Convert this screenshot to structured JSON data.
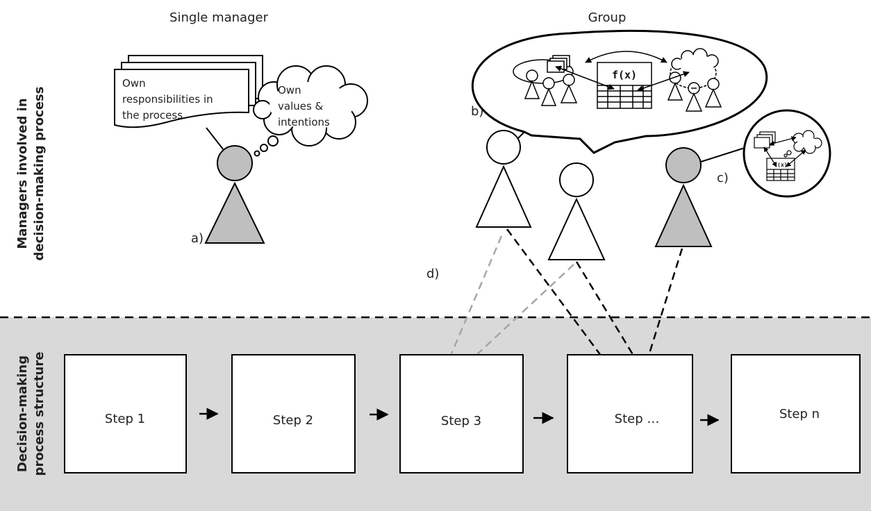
{
  "headings": {
    "single": "Single manager",
    "group": "Group"
  },
  "side_labels": {
    "managers": [
      "Managers  involved in",
      "decision-making process"
    ],
    "structure": [
      "Decision-making",
      "process structure"
    ]
  },
  "document_lines": [
    "Own",
    "responsibilities in",
    "the process"
  ],
  "thought_lines": [
    "Own",
    "values &",
    "intentions"
  ],
  "formula": "f(x)",
  "markers": {
    "a": "a)",
    "b": "b)",
    "c": "c)",
    "d": "d)"
  },
  "steps": [
    "Step 1",
    "Step 2",
    "Step 3",
    "Step …",
    "Step n"
  ],
  "colors": {
    "band": "#d9d9d9",
    "manager_fill": "#bfbfbf",
    "line": "#000000",
    "dashed_grey": "#a6a6a6"
  }
}
